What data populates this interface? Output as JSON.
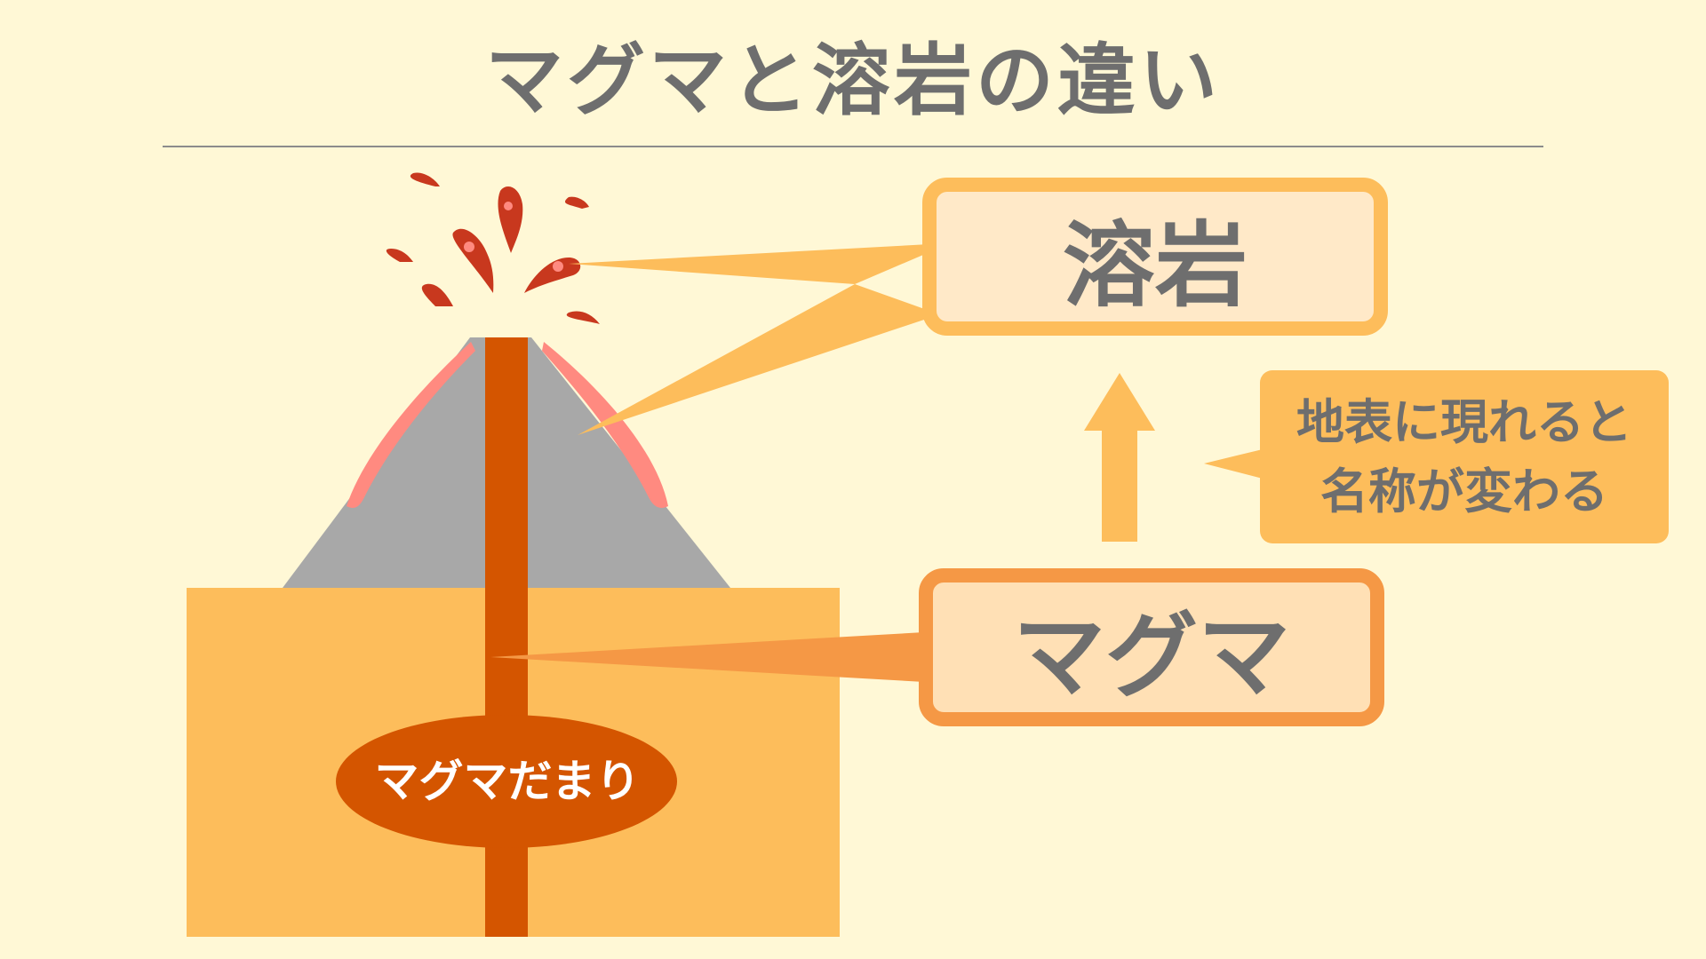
{
  "title": "マグマと溶岩の違い",
  "labels": {
    "lava": "溶岩",
    "magma": "マグマ",
    "chamber": "マグマだまり"
  },
  "note": {
    "line1": "地表に現れると",
    "line2": "名称が変わる"
  },
  "colors": {
    "background": "#FFF8D6",
    "text": "#6E6E6E",
    "ground": "#FDBD5B",
    "volcano": "#A8A8A8",
    "lava_flow": "#FF8A80",
    "magma_conduit": "#D45500",
    "lava_box_border": "#FDBD5B",
    "magma_box_border": "#F59845"
  }
}
